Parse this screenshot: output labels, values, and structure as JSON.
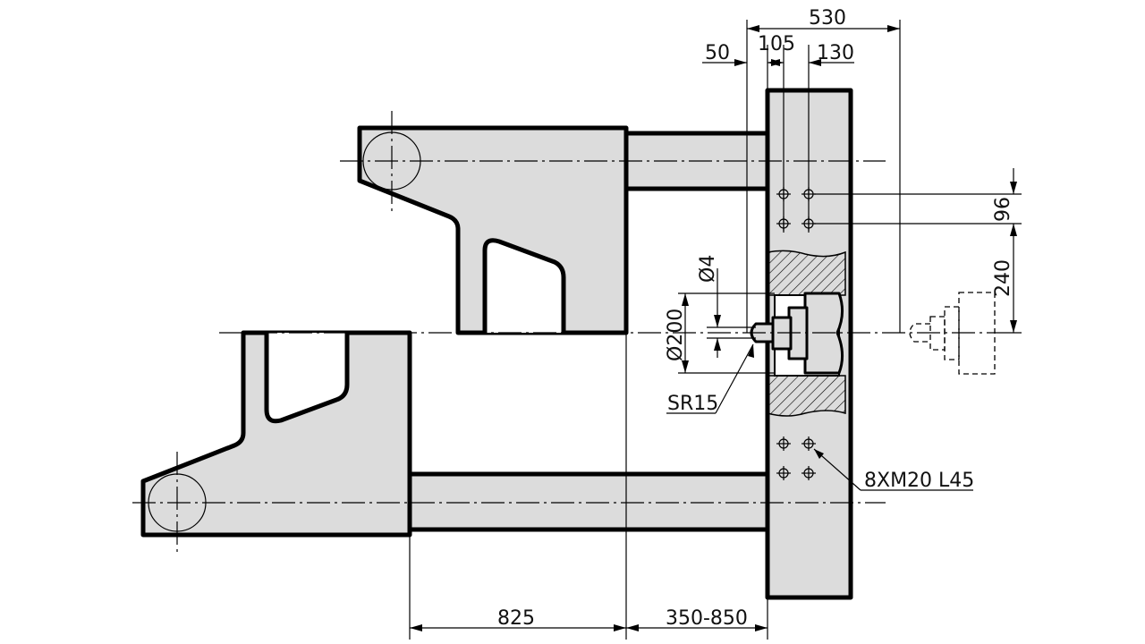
{
  "drawing": {
    "dimensions": {
      "d530": "530",
      "d105": "105",
      "d50": "50",
      "d130": "130",
      "d96": "96",
      "d240": "240",
      "d_phi4": "Ø4",
      "d_phi200": "Ø200",
      "d_sr15": "SR15",
      "d_bolts": "8XM20 L45",
      "d825": "825",
      "d350_850": "350-850"
    },
    "colors": {
      "fill": "#dcdcdc",
      "line": "#000000"
    }
  }
}
